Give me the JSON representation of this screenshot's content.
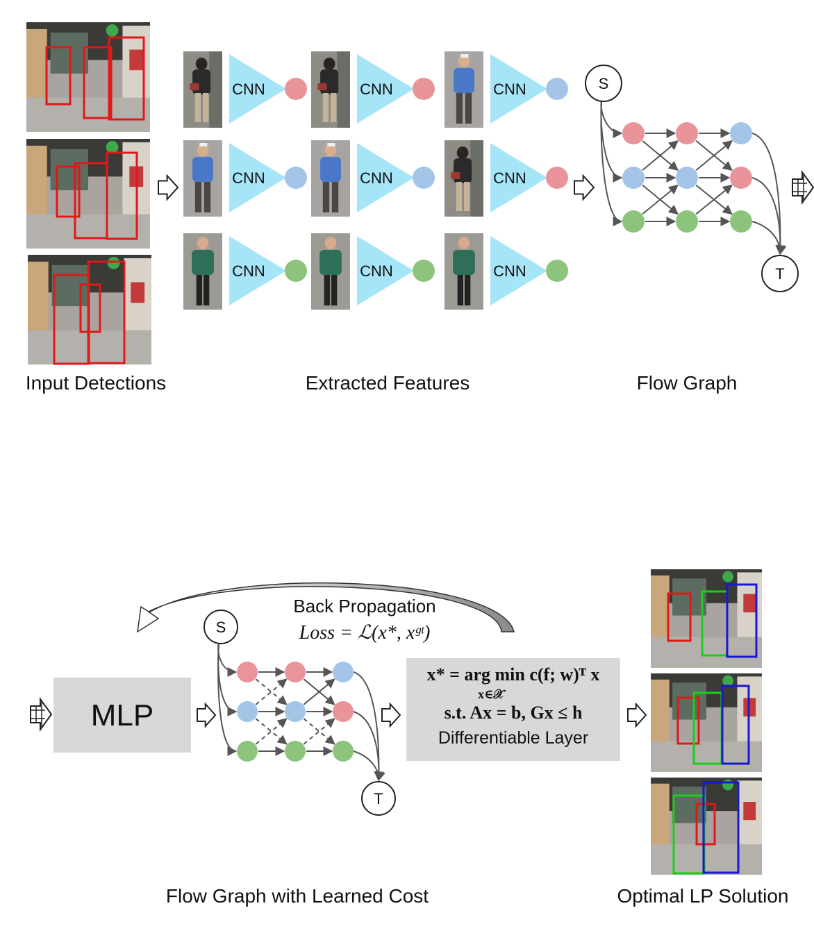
{
  "captions": {
    "input": "Input Detections",
    "features": "Extracted Features",
    "flow": "Flow Graph",
    "learned": "Flow Graph with Learned Cost",
    "solution": "Optimal LP Solution"
  },
  "cnn_label": "CNN",
  "source_label": "S",
  "sink_label": "T",
  "mlp_label": "MLP",
  "backprop": {
    "title": "Back Propagation",
    "loss": "Loss = ℒ(x*, xᵍᵗ)"
  },
  "layer": {
    "eq1": "x* = arg min c(f; w)ᵀ x",
    "eq1_sub": "x∈𝒳",
    "eq2": "s.t. Ax = b, Gx ≤ h",
    "name": "Differentiable Layer"
  },
  "colors": {
    "red_node": "#e8949a",
    "blue_node": "#a4c4e8",
    "green_node": "#8cc47c",
    "cnn_triangle": "#a6e4f7",
    "layer_box": "#d8d8d8",
    "box_red": "#e01818",
    "box_green": "#18d018",
    "box_blue": "#1818d0",
    "edge": "#555555"
  }
}
